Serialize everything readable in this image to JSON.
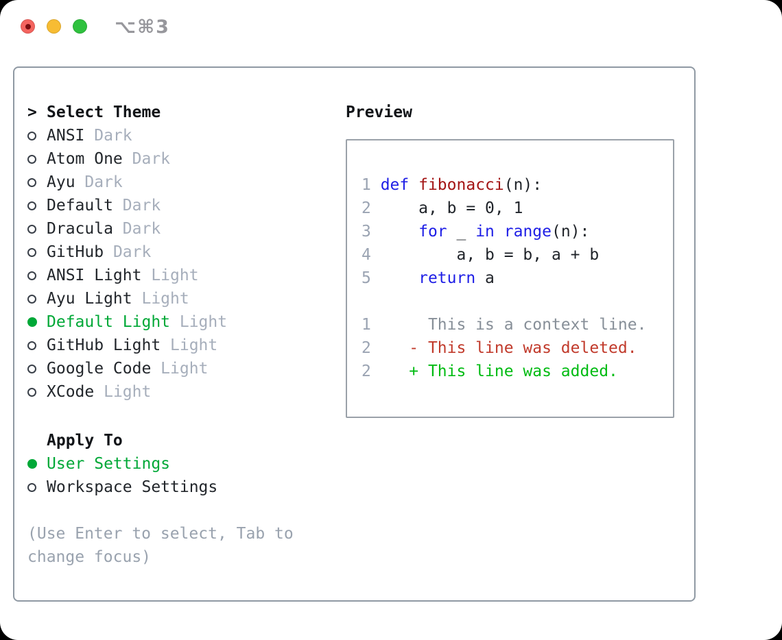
{
  "window": {
    "title_shortcut": "⌥⌘3"
  },
  "colors": {
    "selected_green": "#00a837",
    "added_green": "#00bb12",
    "deleted_red": "#c13a2b",
    "keyword_blue": "#1e1ee6",
    "function_red": "#a31515",
    "muted_gray": "#a6aebb",
    "traffic_red": "#f4645f",
    "traffic_yellow": "#f7bc33",
    "traffic_green": "#2fc13e"
  },
  "theme_section": {
    "header_prefix": ">",
    "header": "Select Theme",
    "options": [
      {
        "name": "ANSI",
        "tag": "Dark",
        "selected": false
      },
      {
        "name": "Atom One",
        "tag": "Dark",
        "selected": false
      },
      {
        "name": "Ayu",
        "tag": "Dark",
        "selected": false
      },
      {
        "name": "Default",
        "tag": "Dark",
        "selected": false
      },
      {
        "name": "Dracula",
        "tag": "Dark",
        "selected": false
      },
      {
        "name": "GitHub",
        "tag": "Dark",
        "selected": false
      },
      {
        "name": "ANSI Light",
        "tag": "Light",
        "selected": false
      },
      {
        "name": "Ayu Light",
        "tag": "Light",
        "selected": false
      },
      {
        "name": "Default Light",
        "tag": "Light",
        "selected": true
      },
      {
        "name": "GitHub Light",
        "tag": "Light",
        "selected": false
      },
      {
        "name": "Google Code",
        "tag": "Light",
        "selected": false
      },
      {
        "name": "XCode",
        "tag": "Light",
        "selected": false
      }
    ]
  },
  "apply_section": {
    "header": "Apply To",
    "options": [
      {
        "name": "User Settings",
        "selected": true
      },
      {
        "name": "Workspace Settings",
        "selected": false
      }
    ]
  },
  "help": "(Use Enter to select, Tab to change focus)",
  "preview": {
    "header": "Preview",
    "code_lines": [
      {
        "num": "1",
        "segments": [
          {
            "text": "def",
            "style": "keyword"
          },
          {
            "text": " ",
            "style": "plain"
          },
          {
            "text": "fibonacci",
            "style": "function"
          },
          {
            "text": "(n):",
            "style": "plain"
          }
        ]
      },
      {
        "num": "2",
        "segments": [
          {
            "text": "    a, b = 0, 1",
            "style": "plain"
          }
        ]
      },
      {
        "num": "3",
        "segments": [
          {
            "text": "    ",
            "style": "plain"
          },
          {
            "text": "for",
            "style": "keyword"
          },
          {
            "text": " _ ",
            "style": "plain"
          },
          {
            "text": "in",
            "style": "keyword"
          },
          {
            "text": " ",
            "style": "plain"
          },
          {
            "text": "range",
            "style": "keyword"
          },
          {
            "text": "(n):",
            "style": "plain"
          }
        ]
      },
      {
        "num": "4",
        "segments": [
          {
            "text": "        a, b = b, a + b",
            "style": "plain"
          }
        ]
      },
      {
        "num": "5",
        "segments": [
          {
            "text": "    ",
            "style": "plain"
          },
          {
            "text": "return",
            "style": "keyword"
          },
          {
            "text": " a",
            "style": "plain"
          }
        ]
      },
      {
        "num": "",
        "segments": []
      },
      {
        "num": "1",
        "segments": [
          {
            "text": "     This is a context line.",
            "style": "context"
          }
        ]
      },
      {
        "num": "2",
        "segments": [
          {
            "text": "   - This line was deleted.",
            "style": "deleted"
          }
        ]
      },
      {
        "num": "2",
        "segments": [
          {
            "text": "   + This line was added.",
            "style": "added"
          }
        ]
      }
    ]
  }
}
